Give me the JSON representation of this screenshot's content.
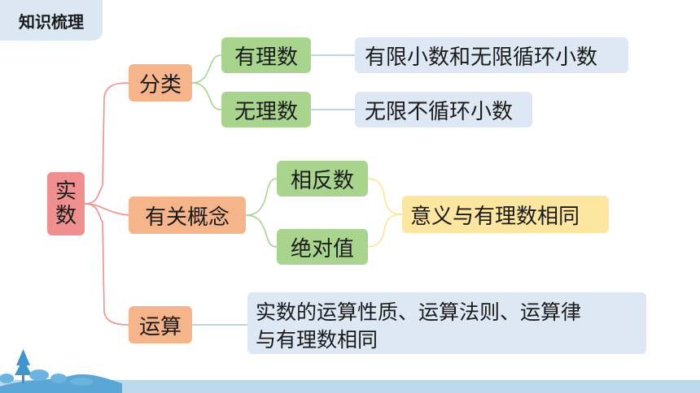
{
  "header": {
    "title": "知识梳理"
  },
  "root": {
    "char1": "实",
    "char2": "数"
  },
  "branches": {
    "classification": {
      "label": "分类",
      "children": [
        {
          "label": "有理数",
          "description": "有限小数和无限循环小数"
        },
        {
          "label": "无理数",
          "description": "无限不循环小数"
        }
      ]
    },
    "concepts": {
      "label": "有关概念",
      "children": [
        {
          "label": "相反数"
        },
        {
          "label": "绝对值"
        }
      ],
      "description": "意义与有理数相同"
    },
    "operations": {
      "label": "运算",
      "description_line1": "实数的运算性质、运算法则、运算律",
      "description_line2": "与有理数相同"
    }
  },
  "colors": {
    "root": "#ef8f8f",
    "branch": "#f6b48a",
    "child": "#a8d48d",
    "description": "#dde8f4",
    "highlight": "#fde7a0",
    "connector": "#ef8f8f",
    "connector_secondary": "#a8d48d"
  }
}
